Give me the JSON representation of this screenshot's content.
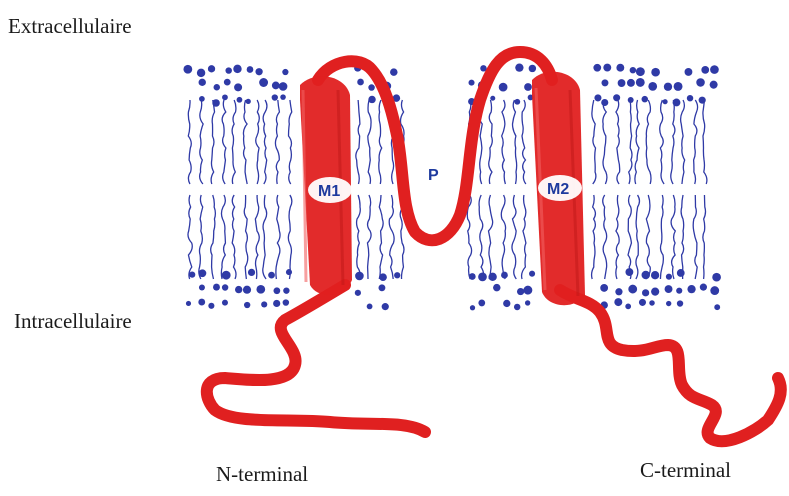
{
  "labels": {
    "extracellular": "Extracellulaire",
    "intracellular": "Intracellulaire",
    "n_terminal": "N-terminal",
    "c_terminal": "C-terminal",
    "m1": "M1",
    "m2": "M2",
    "pore": "P"
  },
  "colors": {
    "protein": "#e02020",
    "lipid": "#2f3aa6",
    "segment_text": "#1e3a9e"
  }
}
